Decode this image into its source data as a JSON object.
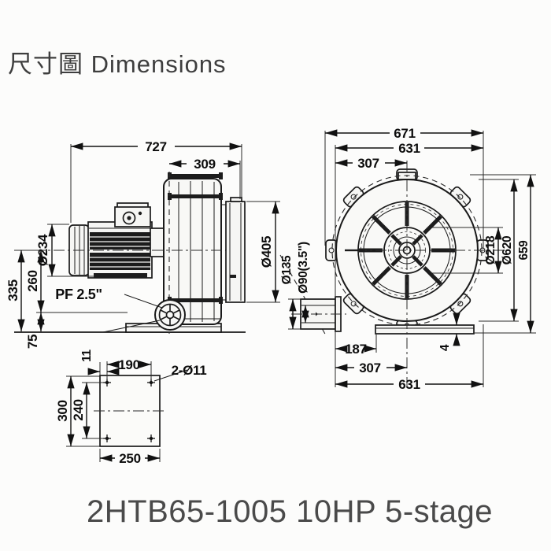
{
  "title": "尺寸圖 Dimensions",
  "caption": "2HTB65-1005 10HP 5-stage",
  "side_view": {
    "total_width": "727",
    "housing_width": "309",
    "motor_dia": "Ø234",
    "axis_height": "260",
    "overall_height": "335",
    "base_height": "75",
    "outlet_dia": "Ø405",
    "inlet_thread": "PF 2.5\""
  },
  "front_view": {
    "overall_width": "671",
    "bolt_width": "631",
    "center_offset_top": "307",
    "hub_dia": "Ø218",
    "housing_dia": "Ø620",
    "overall_height": "659",
    "inlet_flange_dia": "Ø135",
    "inlet_bore_dia": "Ø90(3.5\")",
    "inlet_offset": "187",
    "center_offset_bottom": "307",
    "bolt_width_bottom": "631",
    "base_gap": "4"
  },
  "base_plate": {
    "edge_offset": "11",
    "hole_pitch_x": "190",
    "hole_callout": "2-Ø11",
    "plate_height": "300",
    "hole_pitch_y": "240",
    "plate_width": "250"
  }
}
